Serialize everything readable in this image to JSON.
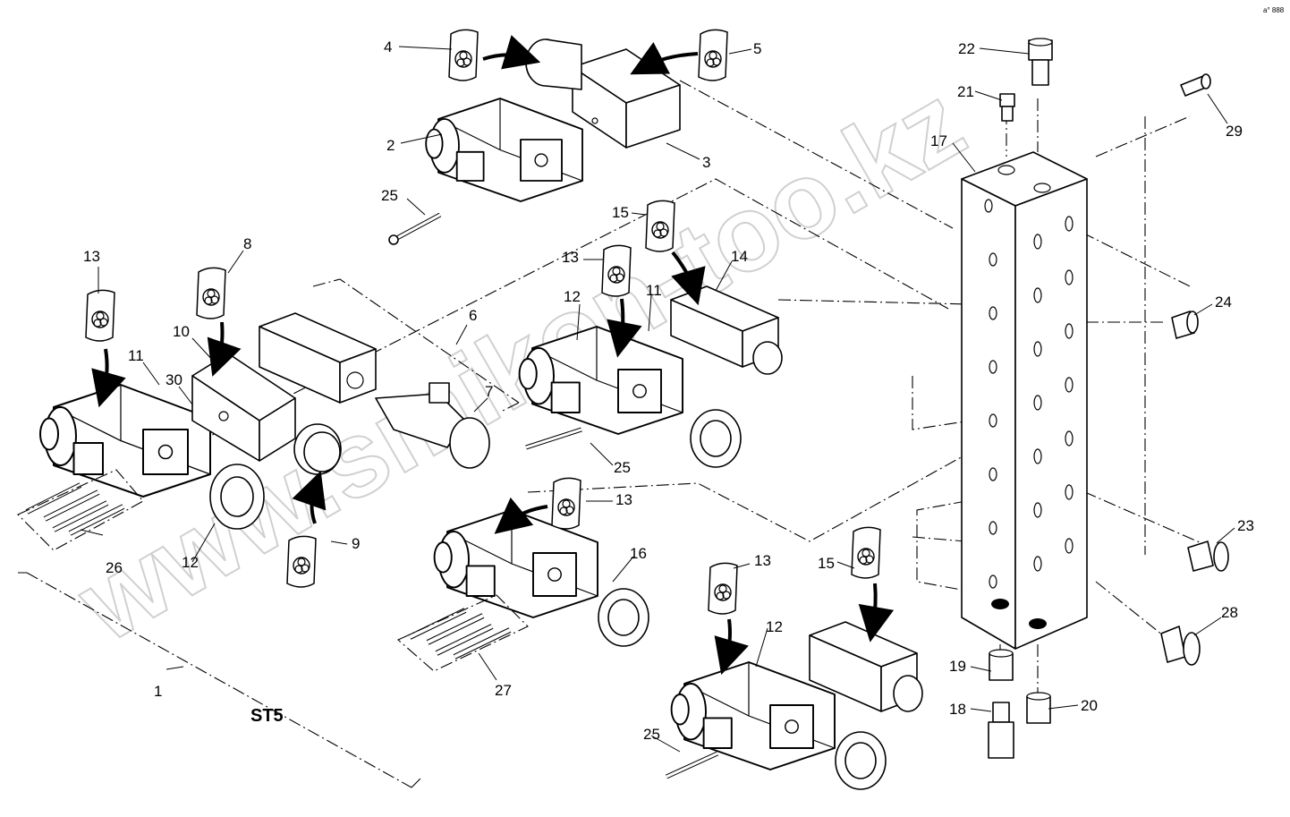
{
  "corner_code": "a° 888",
  "assembly_title": "ST5",
  "watermark": "www.smikon-too.kz",
  "callouts": {
    "c1": "1",
    "c2": "2",
    "c3": "3",
    "c4": "4",
    "c5": "5",
    "c6": "6",
    "c7": "7",
    "c8": "8",
    "c9": "9",
    "c10": "10",
    "c11a": "11",
    "c11b": "11",
    "c12a": "12",
    "c12b": "12",
    "c12c": "12",
    "c13a": "13",
    "c13b": "13",
    "c13c": "13",
    "c13d": "13",
    "c14": "14",
    "c15a": "15",
    "c15b": "15",
    "c16": "16",
    "c17": "17",
    "c18": "18",
    "c19": "19",
    "c20": "20",
    "c21": "21",
    "c22": "22",
    "c23": "23",
    "c24": "24",
    "c25a": "25",
    "c25b": "25",
    "c25c": "25",
    "c26": "26",
    "c27": "27",
    "c28": "28",
    "c29": "29",
    "c30": "30"
  }
}
